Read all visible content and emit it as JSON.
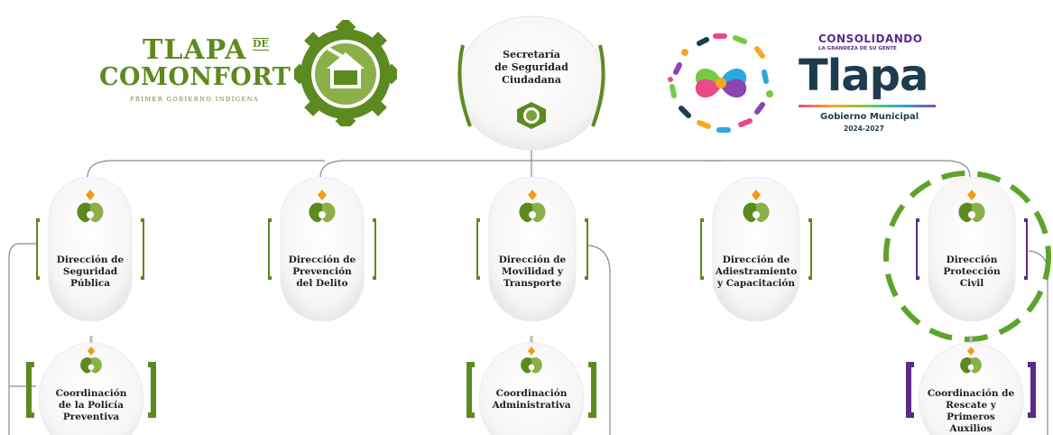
{
  "colors": {
    "green": "#5d8a1f",
    "purple": "#5b2a8a",
    "dashed_green": "#5ea32b",
    "dark_text": "#1e1e1e",
    "tlapa_navy": "#1f3c4f"
  },
  "left_logo": {
    "word1": "TLAPA",
    "word1_suffix": "DE",
    "word2": "COMONFORT",
    "tagline": "PRIMER GOBIERNO INDÍGENA",
    "emblem_icon": "municipal-seal-icon"
  },
  "right_logo": {
    "top_line": "CONSOLIDANDO",
    "top_sub": "LA GRANDEZA DE SU GENTE",
    "big": "Tlapa",
    "gov": "Gobierno Municipal",
    "years": "2024-2027",
    "emblem_icon": "colorful-flower-icon"
  },
  "root": {
    "lines": [
      "Secretaría",
      "de Seguridad",
      "Ciudadana"
    ],
    "icon": "seal-icon"
  },
  "directions": [
    {
      "lines": [
        "Dirección de",
        "Seguridad",
        "Pública"
      ],
      "accent": "green",
      "icon": "leaf-emblem-icon"
    },
    {
      "lines": [
        "Dirección de",
        "Prevención",
        "del Delito"
      ],
      "accent": "green",
      "icon": "leaf-emblem-icon"
    },
    {
      "lines": [
        "Dirección de",
        "Movilidad y",
        "Transporte"
      ],
      "accent": "green",
      "icon": "leaf-emblem-icon"
    },
    {
      "lines": [
        "Dirección de",
        "Adiestramiento",
        "y Capacitación"
      ],
      "accent": "green",
      "icon": "leaf-emblem-icon"
    },
    {
      "lines": [
        "Dirección",
        "Protección",
        "Civil"
      ],
      "accent": "purple",
      "icon": "leaf-emblem-icon",
      "highlighted": true
    }
  ],
  "coordinations": [
    {
      "lines": [
        "Coordinación",
        "de la Policía",
        "Preventiva"
      ],
      "accent": "green",
      "icon": "leaf-emblem-icon"
    },
    {
      "lines": [
        "Coordinación",
        "Administrativa"
      ],
      "accent": "green",
      "icon": "leaf-emblem-icon"
    },
    {
      "lines": [
        "Coordinación de",
        "Rescate y",
        "Primeros",
        "Auxilios"
      ],
      "accent": "purple",
      "icon": "leaf-emblem-icon"
    }
  ]
}
